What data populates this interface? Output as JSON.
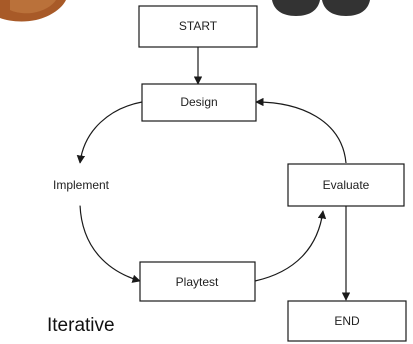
{
  "diagram": {
    "nodes": {
      "start": {
        "label": "START"
      },
      "design": {
        "label": "Design"
      },
      "implement": {
        "label": "Implement"
      },
      "evaluate": {
        "label": "Evaluate"
      },
      "playtest": {
        "label": "Playtest"
      },
      "end": {
        "label": "END"
      }
    },
    "edges": [
      {
        "from": "start",
        "to": "design"
      },
      {
        "from": "design",
        "to": "implement"
      },
      {
        "from": "implement",
        "to": "playtest"
      },
      {
        "from": "playtest",
        "to": "evaluate"
      },
      {
        "from": "evaluate",
        "to": "design"
      },
      {
        "from": "evaluate",
        "to": "end"
      }
    ],
    "caption": "Iterative"
  },
  "colors": {
    "stroke": "#1a1a1a",
    "background": "#ffffff",
    "decoration_brown": "#a85a28",
    "decoration_dark": "#333333"
  }
}
